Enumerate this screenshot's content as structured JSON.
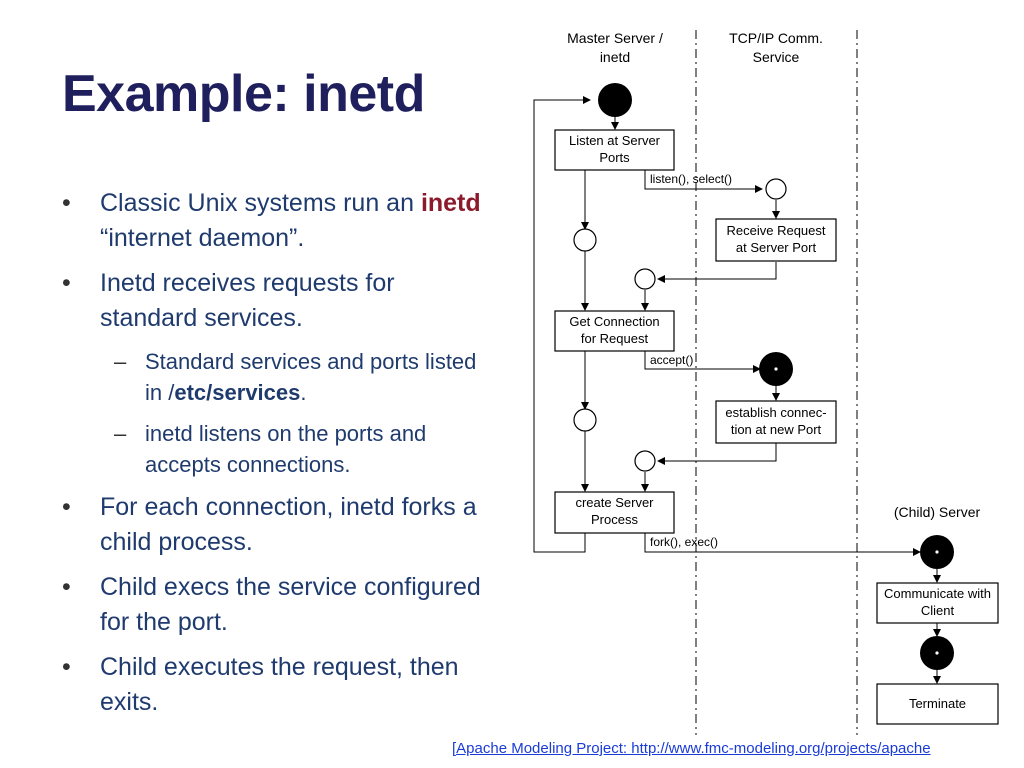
{
  "slide": {
    "title": "Example: inetd",
    "bullets": {
      "b1_text": "Classic Unix systems run an ",
      "b1_highlight": "inetd",
      "b1_end": " “internet daemon”.",
      "b2_text": "Inetd receives requests for standard services.",
      "sub1_text": "Standard services and ports listed in /",
      "sub1_etc": "etc",
      "sub1_sep": "/",
      "sub1_services": "services",
      "sub1_end": ".",
      "sub2_text": "inetd listens on the ports and accepts connections.",
      "b3_text": "For each connection, inetd forks a child process.",
      "b4_text": "Child execs the service configured for the port.",
      "b5_text": "Child executes the request, then exits."
    },
    "citation": "[Apache Modeling Project: http://www.fmc-modeling.org/projects/apache"
  },
  "diagram": {
    "col_master_1": "Master Server /",
    "col_master_2": "inetd",
    "col_tcp_1": "TCP/IP Comm.",
    "col_tcp_2": "Service",
    "col_child": "(Child) Server",
    "box_listen_1": "Listen at Server",
    "box_listen_2": "Ports",
    "box_receive_1": "Receive Request",
    "box_receive_2": "at Server Port",
    "box_getconn_1": "Get Connection",
    "box_getconn_2": "for Request",
    "box_establish_1": "establish connec-",
    "box_establish_2": "tion at new Port",
    "box_create_1": "create Server",
    "box_create_2": "Process",
    "box_communicate_1": "Communicate with",
    "box_communicate_2": "Client",
    "box_terminate": "Terminate",
    "label_listen": "listen(), select()",
    "label_accept": "accept()",
    "label_fork": "fork(), exec()"
  }
}
